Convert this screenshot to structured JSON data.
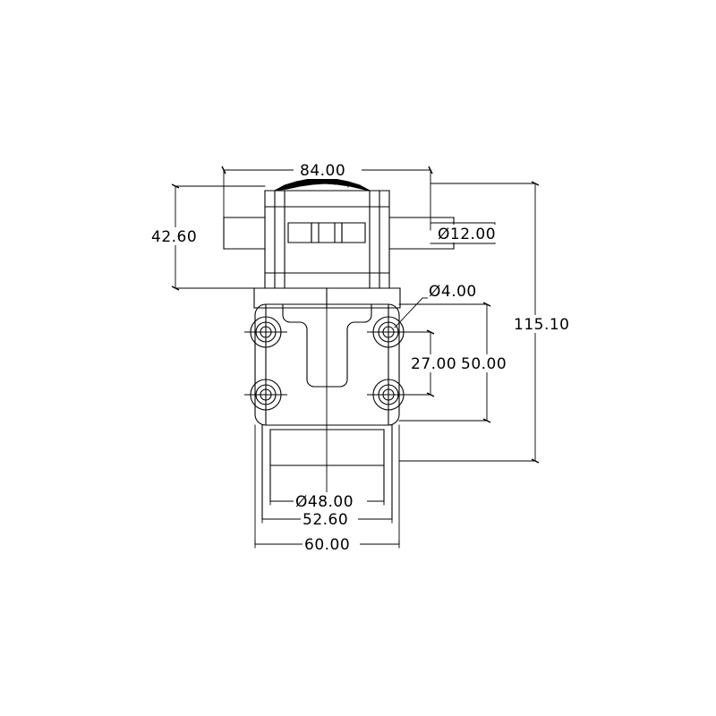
{
  "drawing": {
    "title": "Pump assembly dimensioned outline drawing",
    "units": "mm",
    "background_color": "#ffffff",
    "line_color": "#000000",
    "dimensions": {
      "overall_width_top": "84.00",
      "motor_height": "42.60",
      "port_diameter": "Ø12.00",
      "bolt_hole_diameter": "Ø4.00",
      "bolt_spacing_vertical": "27.00",
      "mount_height": "50.00",
      "overall_height": "115.10",
      "bore_diameter": "Ø48.00",
      "body_width_inner": "52.60",
      "body_width_outer": "60.00"
    }
  },
  "chart_data": {
    "type": "table",
    "title": "Pump assembly dimensioned outline drawing",
    "categories": [
      "84.00",
      "42.60",
      "Ø12.00",
      "Ø4.00",
      "27.00",
      "50.00",
      "115.10",
      "Ø48.00",
      "52.60",
      "60.00"
    ],
    "values": [
      84.0,
      42.6,
      12.0,
      4.0,
      27.0,
      50.0,
      115.1,
      48.0,
      52.6,
      60.0
    ],
    "xlabel": "",
    "ylabel": "",
    "annotations": [
      "84.00",
      "42.60",
      "Ø12.00",
      "Ø4.00",
      "27.00",
      "50.00",
      "115.10",
      "Ø48.00",
      "52.60",
      "60.00"
    ]
  }
}
